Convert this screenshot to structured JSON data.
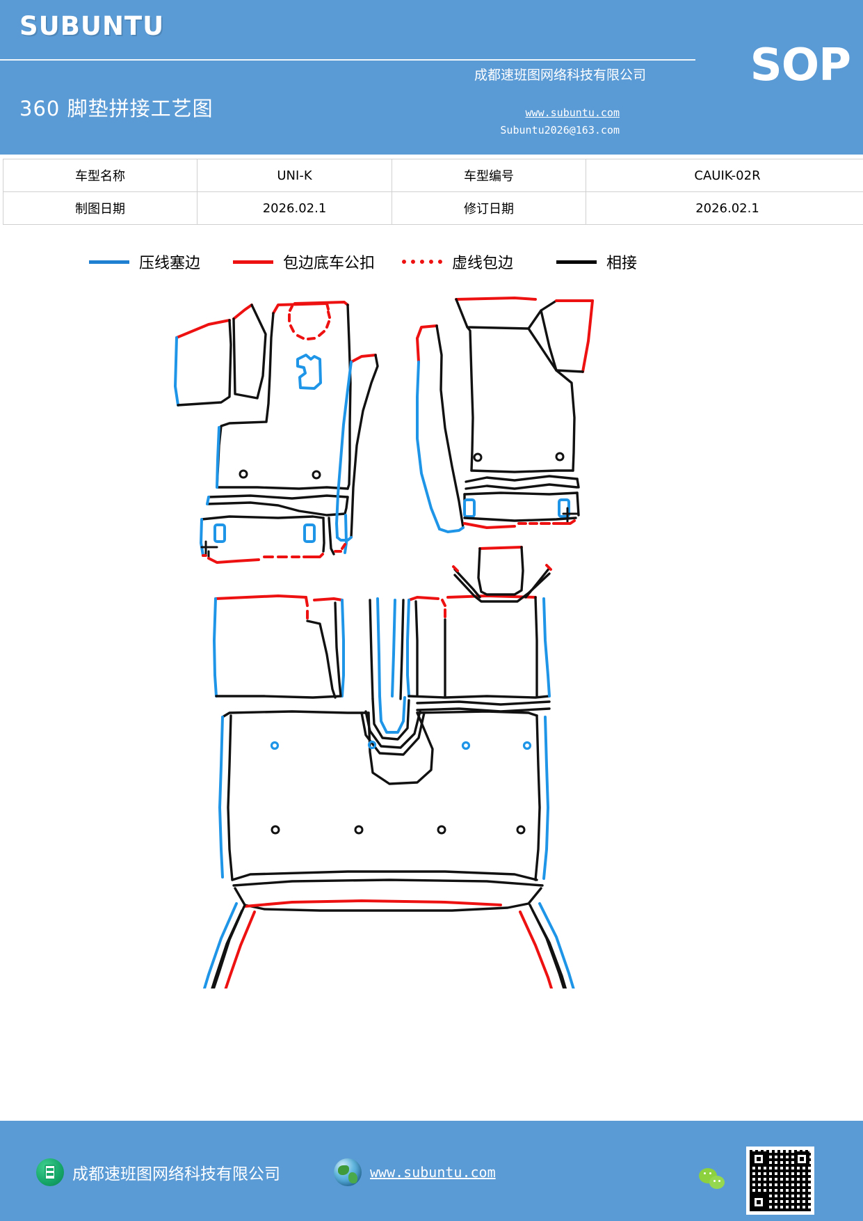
{
  "header": {
    "brand": "SUBUNTU",
    "doc_title": "360 脚垫拼接工艺图",
    "company_cn": "成都速班图网络科技有限公司",
    "badge": "SOP",
    "url": "www.subuntu.com",
    "email": "Subuntu2026@163.com",
    "bg_color": "#5b9bd5"
  },
  "info_table": {
    "rows": [
      {
        "label1": "车型名称",
        "value1": "UNI-K",
        "label2": "车型编号",
        "value2": "CAUIK-02R"
      },
      {
        "label1": "制图日期",
        "value1": "2026.02.1",
        "label2": "修订日期",
        "value2": "2026.02.1"
      }
    ]
  },
  "legend": {
    "items": [
      {
        "label": "压线塞边",
        "style": "solid-blue",
        "color": "#1f7fd0"
      },
      {
        "label": "包边底车公扣",
        "style": "solid-red",
        "color": "#ee1111"
      },
      {
        "label": "虚线包边",
        "style": "dashed-red",
        "color": "#ee1111"
      },
      {
        "label": "相接",
        "style": "solid-black",
        "color": "#000000"
      }
    ]
  },
  "drawing": {
    "title": "360 floor mat splicing technical outline",
    "colors": {
      "outline": "#111111",
      "press_edge": "#1f95e8",
      "binding": "#ee1111"
    },
    "pieces": [
      "front-left-mat",
      "front-right-mat",
      "front-center-tunnel-strip",
      "second-row-left-panel",
      "second-row-right-panel",
      "second-row-center-console-cover",
      "rear-floor-main-panel",
      "rear-left-leg",
      "rear-right-leg"
    ]
  },
  "footer": {
    "company": "成都速班图网络科技有限公司",
    "website": "www.subuntu.com",
    "bg_color": "#5b9bd5"
  }
}
